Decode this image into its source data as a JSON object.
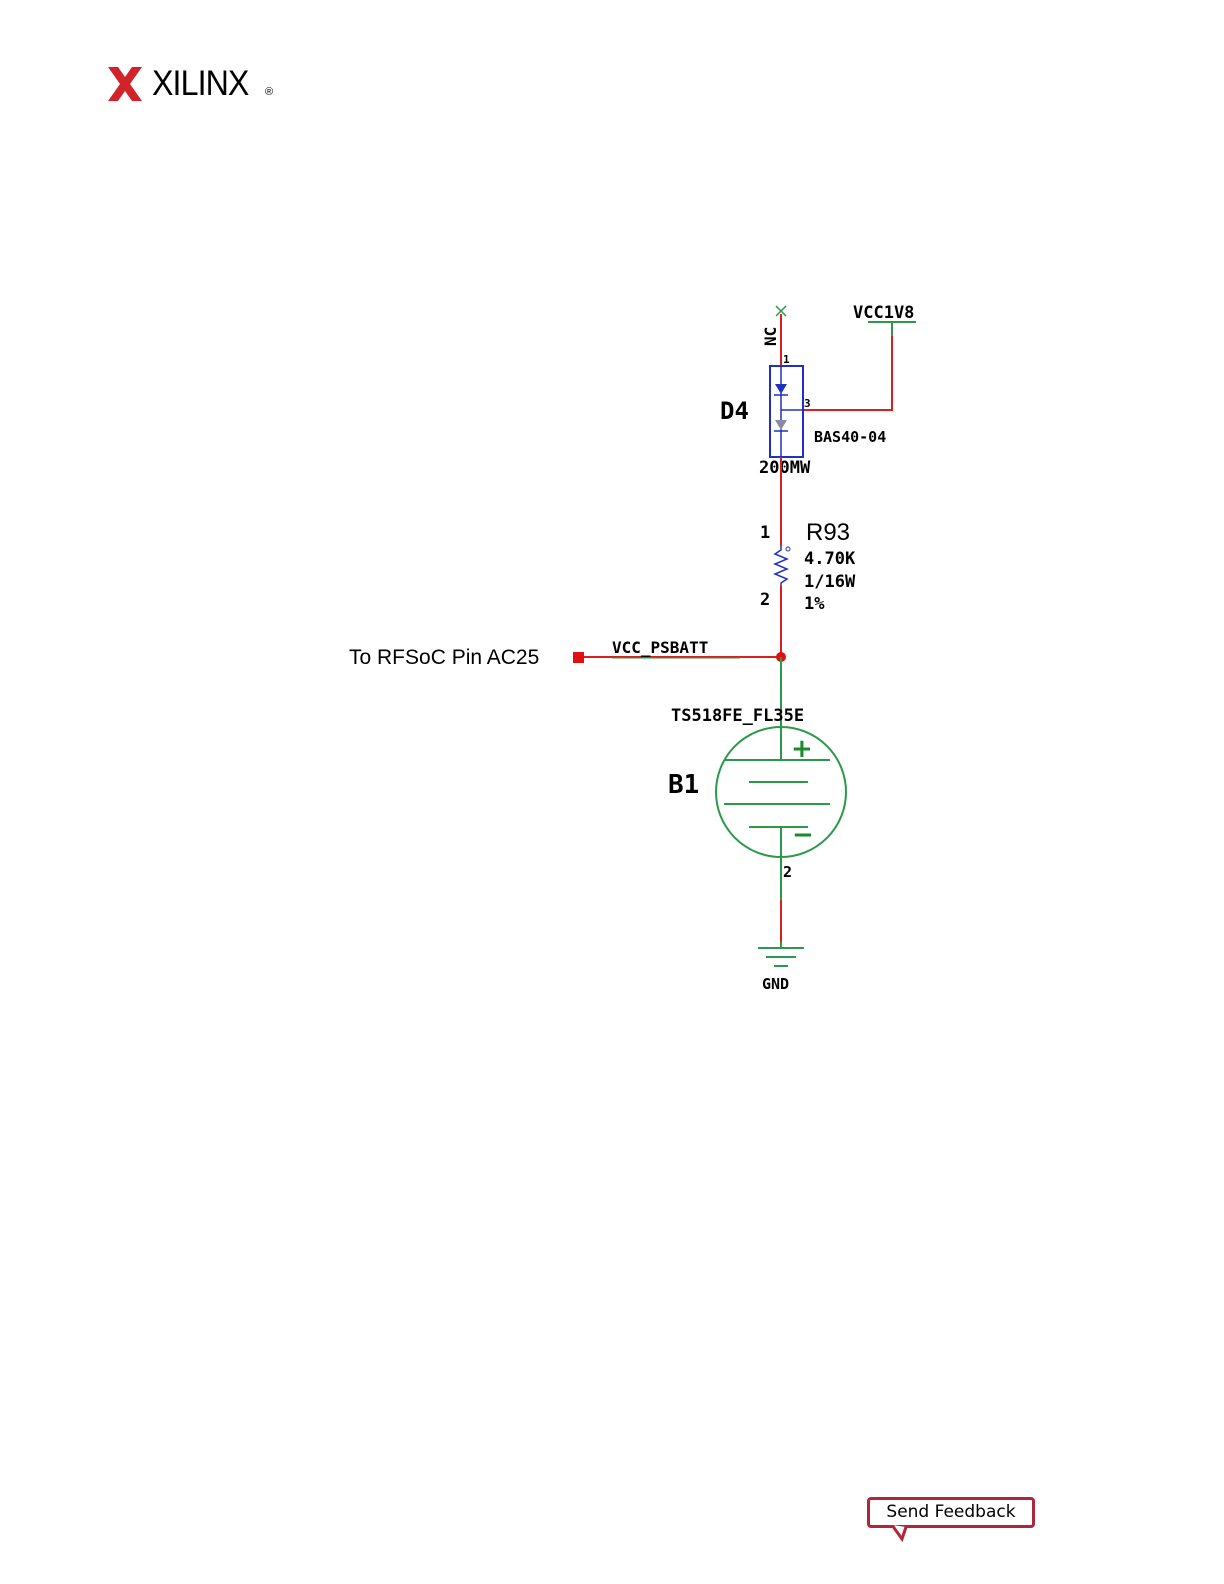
{
  "header": {
    "logo_text": "XILINX",
    "logo_mark": "®"
  },
  "schematic": {
    "nc_label": "NC",
    "vcc1v8_label": "VCC1V8",
    "d4": {
      "ref": "D4",
      "part": "BAS40-04",
      "rating": "200MW",
      "pin1": "1",
      "pin3": "3"
    },
    "r93": {
      "ref": "R93",
      "value": "4.70K",
      "power": "1/16W",
      "tolerance": "1%",
      "pin1": "1",
      "pin2": "2"
    },
    "net_label": "VCC_PSBATT",
    "pin_callout": "To RFSoC Pin AC25",
    "b1": {
      "ref": "B1",
      "part": "TS518FE_FL35E",
      "plus": "+",
      "minus": "−",
      "pin2": "2"
    },
    "gnd_label": "GND"
  },
  "footer": {
    "feedback_label": "Send Feedback"
  }
}
